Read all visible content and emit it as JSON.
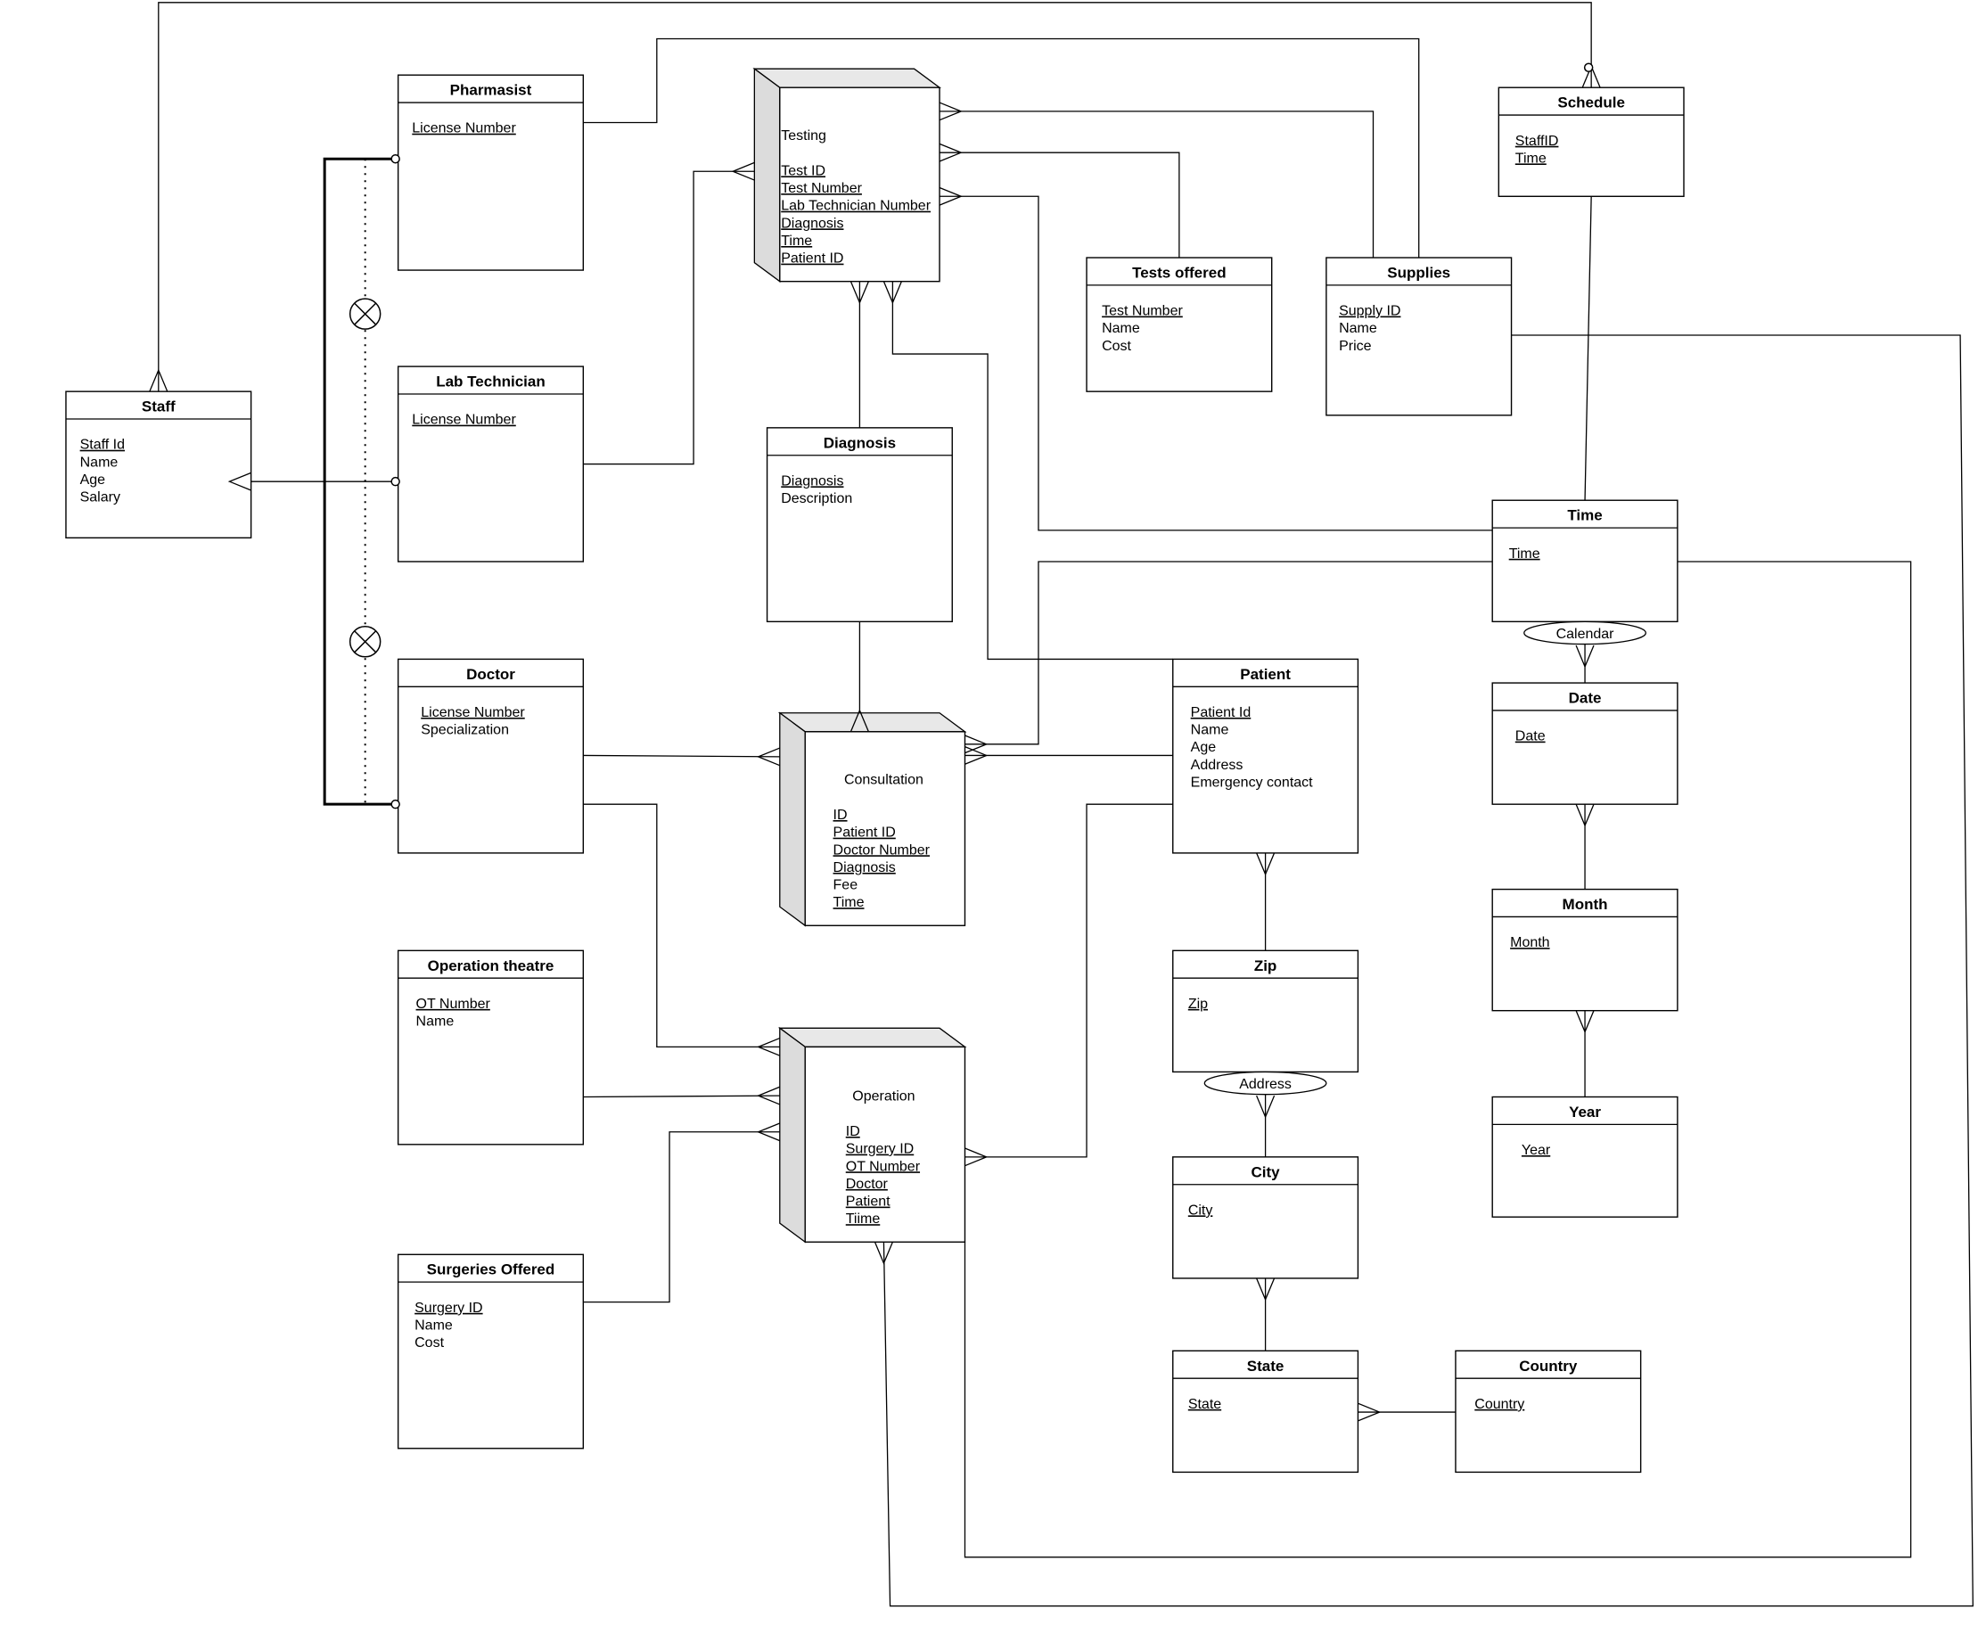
{
  "entities": [
    {
      "id": "staff",
      "title": "Staff",
      "attrs": [
        {
          "t": "Staff Id",
          "u": true
        },
        {
          "t": "Name"
        },
        {
          "t": "Age"
        },
        {
          "t": "Salary"
        }
      ]
    },
    {
      "id": "pharmasist",
      "title": "Pharmasist",
      "attrs": [
        {
          "t": "License Number",
          "u": true
        }
      ]
    },
    {
      "id": "lab-technician",
      "title": "Lab Technician",
      "attrs": [
        {
          "t": "License Number",
          "u": true
        }
      ]
    },
    {
      "id": "doctor",
      "title": "Doctor",
      "attrs": [
        {
          "t": "License Number",
          "u": true
        },
        {
          "t": "Specialization"
        }
      ]
    },
    {
      "id": "operation-theatre",
      "title": "Operation theatre",
      "attrs": [
        {
          "t": "OT Number",
          "u": true
        },
        {
          "t": "Name"
        }
      ]
    },
    {
      "id": "surgeries-offered",
      "title": "Surgeries Offered",
      "attrs": [
        {
          "t": "Surgery ID",
          "u": true
        },
        {
          "t": "Name"
        },
        {
          "t": "Cost"
        }
      ]
    },
    {
      "id": "diagnosis",
      "title": "Diagnosis",
      "attrs": [
        {
          "t": "Diagnosis",
          "u": true
        },
        {
          "t": "Description"
        }
      ]
    },
    {
      "id": "tests-offered",
      "title": "Tests offered",
      "attrs": [
        {
          "t": "Test Number",
          "u": true
        },
        {
          "t": "Name"
        },
        {
          "t": "Cost"
        }
      ]
    },
    {
      "id": "supplies",
      "title": "Supplies",
      "attrs": [
        {
          "t": "Supply ID",
          "u": true
        },
        {
          "t": "Name"
        },
        {
          "t": "Price"
        }
      ]
    },
    {
      "id": "schedule",
      "title": "Schedule",
      "attrs": [
        {
          "t": "StaffID",
          "u": true
        },
        {
          "t": "Time",
          "u": true
        }
      ]
    },
    {
      "id": "time",
      "title": "Time",
      "attrs": [
        {
          "t": "Time",
          "u": true
        }
      ]
    },
    {
      "id": "date",
      "title": "Date",
      "attrs": [
        {
          "t": "Date",
          "u": true
        }
      ]
    },
    {
      "id": "month",
      "title": "Month",
      "attrs": [
        {
          "t": "Month",
          "u": true
        }
      ]
    },
    {
      "id": "year",
      "title": "Year",
      "attrs": [
        {
          "t": "Year",
          "u": true
        }
      ]
    },
    {
      "id": "patient",
      "title": "Patient",
      "attrs": [
        {
          "t": "Patient Id",
          "u": true
        },
        {
          "t": "Name"
        },
        {
          "t": "Age"
        },
        {
          "t": "Address"
        },
        {
          "t": "Emergency contact"
        }
      ]
    },
    {
      "id": "zip",
      "title": "Zip",
      "attrs": [
        {
          "t": "Zip",
          "u": true
        }
      ]
    },
    {
      "id": "city",
      "title": "City",
      "attrs": [
        {
          "t": "City",
          "u": true
        }
      ]
    },
    {
      "id": "state",
      "title": "State",
      "attrs": [
        {
          "t": "State",
          "u": true
        }
      ]
    },
    {
      "id": "country",
      "title": "Country",
      "attrs": [
        {
          "t": "Country",
          "u": true
        }
      ]
    }
  ],
  "facts": [
    {
      "id": "testing",
      "title": "Testing",
      "attrs": [
        {
          "t": "Test ID",
          "u": true
        },
        {
          "t": "Test Number",
          "u": true
        },
        {
          "t": "Lab Technician Number",
          "u": true
        },
        {
          "t": "Diagnosis",
          "u": true
        },
        {
          "t": "Time",
          "u": true
        },
        {
          "t": "Patient ID",
          "u": true
        }
      ]
    },
    {
      "id": "consultation",
      "title": "Consultation",
      "attrs": [
        {
          "t": "ID",
          "u": true
        },
        {
          "t": "Patient ID",
          "u": true
        },
        {
          "t": "Doctor Number",
          "u": true
        },
        {
          "t": "Diagnosis",
          "u": true
        },
        {
          "t": "Fee"
        },
        {
          "t": "Time",
          "u": true
        }
      ]
    },
    {
      "id": "operation",
      "title": "Operation",
      "attrs": [
        {
          "t": "ID",
          "u": true
        },
        {
          "t": "Surgery ID",
          "u": true
        },
        {
          "t": "OT Number",
          "u": true
        },
        {
          "t": "Doctor",
          "u": true
        },
        {
          "t": "Patient",
          "u": true
        },
        {
          "t": "Tiime",
          "u": true
        }
      ]
    }
  ],
  "hierarchy_labels": [
    {
      "id": "calendar",
      "text": "Calendar"
    },
    {
      "id": "address",
      "text": "Address"
    }
  ]
}
